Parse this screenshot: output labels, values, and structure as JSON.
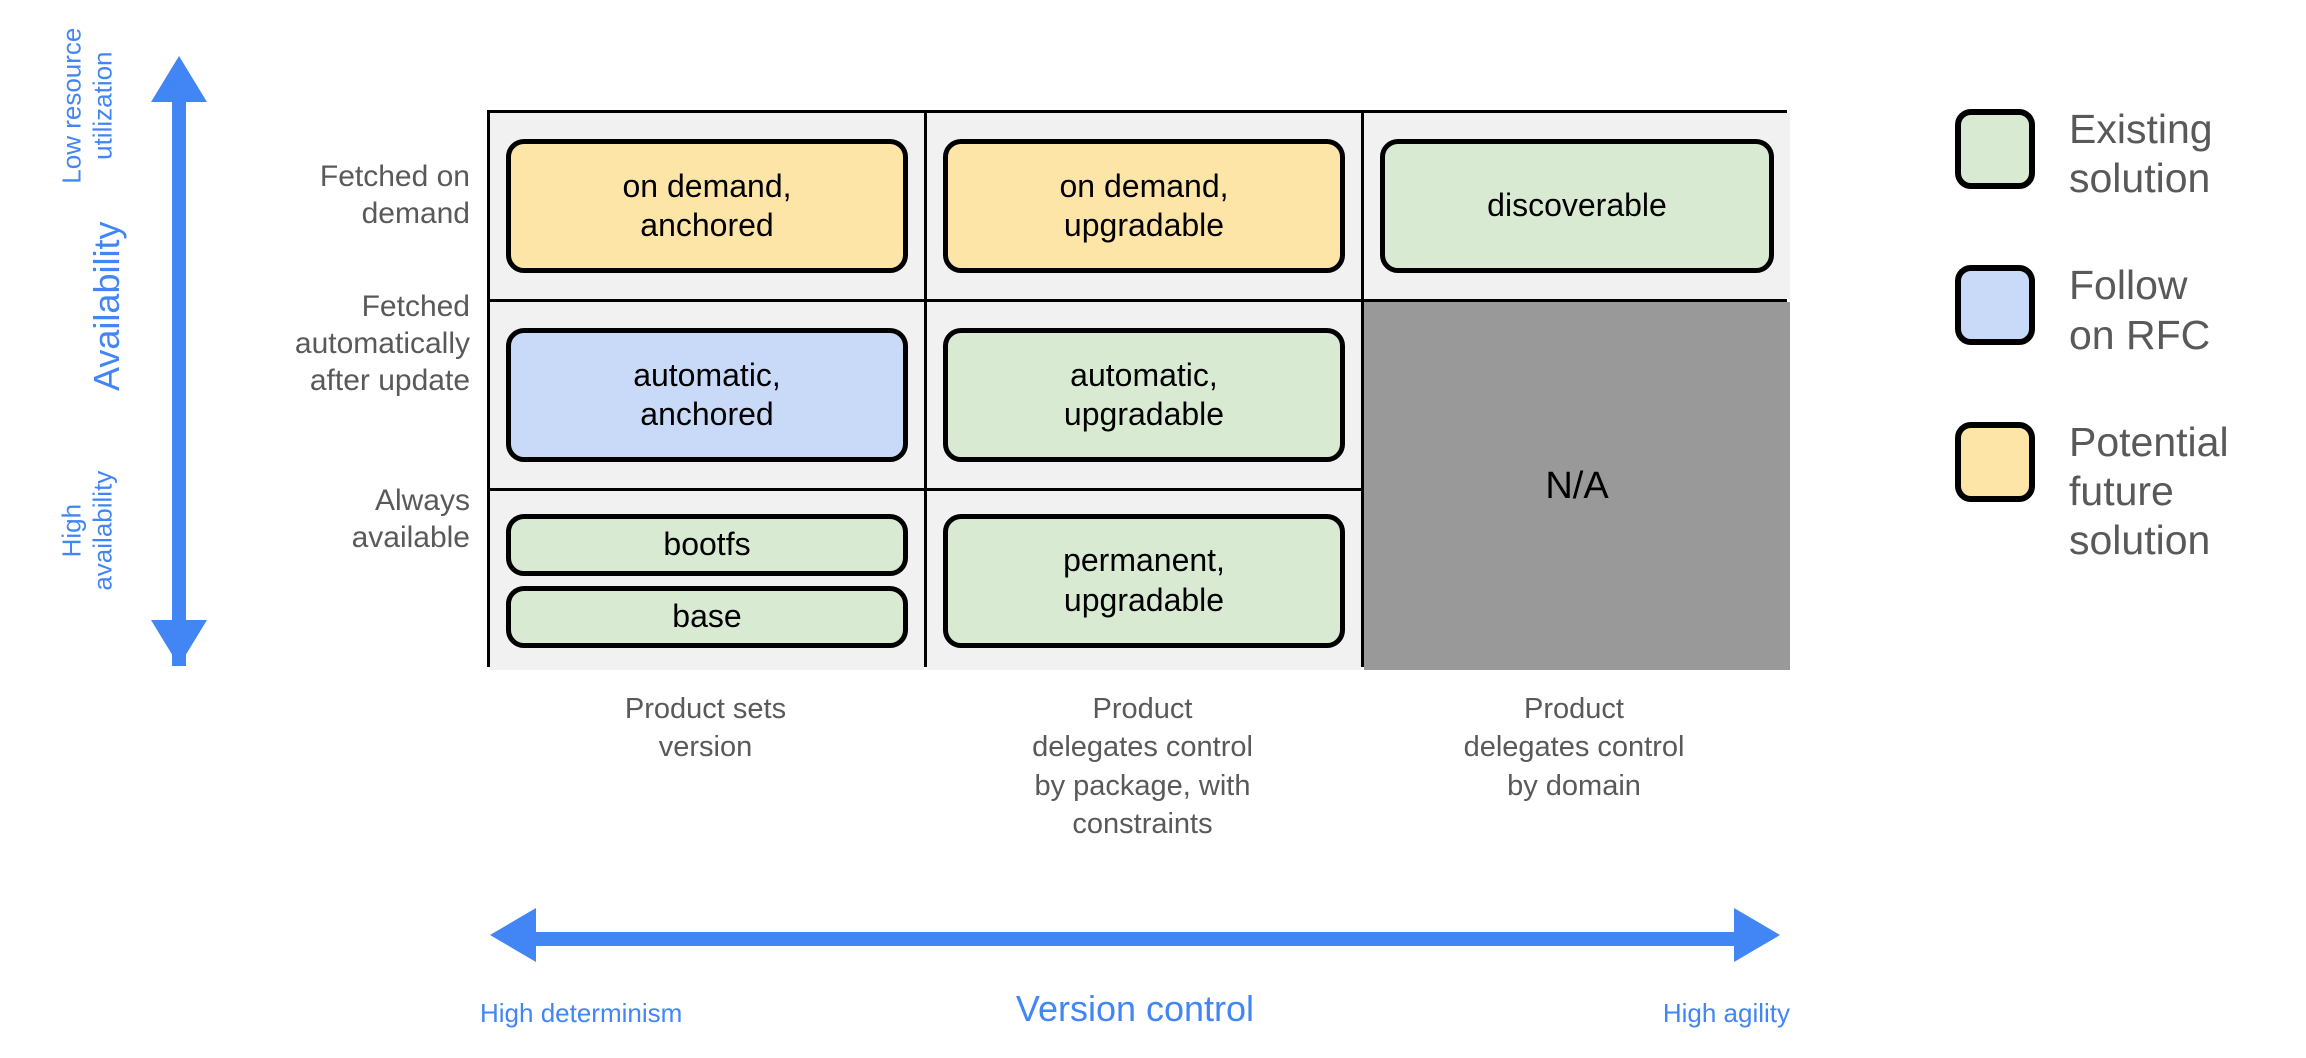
{
  "chart_data": {
    "type": "table",
    "title": "Availability vs Version control matrix",
    "xlabel": "Version control",
    "ylabel": "Availability",
    "row_categories": [
      "Fetched on\ndemand",
      "Fetched\nautomatically\nafter update",
      "Always\navailable"
    ],
    "column_categories": [
      "Product sets\nversion",
      "Product\ndelegates control\nby package, with\nconstraints",
      "Product\ndelegates control\nby domain"
    ],
    "cells": [
      [
        [
          "on demand,\nanchored"
        ],
        [
          "on demand,\nupgradable"
        ],
        [
          "discoverable"
        ]
      ],
      [
        [
          "automatic,\nanchored"
        ],
        [
          "automatic,\nupgradable"
        ],
        [
          "N/A"
        ]
      ],
      [
        [
          "bootfs",
          "base"
        ],
        [
          "permanent,\nupgradable"
        ],
        [
          "N/A"
        ]
      ]
    ],
    "cell_categories": [
      [
        [
          "potential-future"
        ],
        [
          "potential-future"
        ],
        [
          "existing"
        ]
      ],
      [
        [
          "follow-on-rfc"
        ],
        [
          "existing"
        ],
        [
          "na"
        ]
      ],
      [
        [
          "existing",
          "existing"
        ],
        [
          "existing"
        ],
        [
          "na"
        ]
      ]
    ]
  },
  "vertical_axis": {
    "top_label": "Low resource\nutilization",
    "middle_label": "Availability",
    "bottom_label": "High\navailability",
    "arrow_icon": "double-arrow-vertical-icon",
    "color": "#4285f4"
  },
  "horizontal_axis": {
    "left_label": "High determinism",
    "center_label": "Version control",
    "right_label": "High agility",
    "arrow_icon": "double-arrow-horizontal-icon",
    "color": "#4285f4"
  },
  "row_headers": [
    {
      "label": "Fetched on\ndemand"
    },
    {
      "label": "Fetched\nautomatically\nafter update"
    },
    {
      "label": "Always\navailable"
    }
  ],
  "column_footers": [
    {
      "label": "Product sets\nversion"
    },
    {
      "label": "Product\ndelegates control\nby package, with\nconstraints"
    },
    {
      "label": "Product\ndelegates control\nby domain"
    }
  ],
  "matrix": {
    "r0c0": {
      "chips": [
        {
          "text": "on demand,\nanchored",
          "color": "yellow"
        }
      ]
    },
    "r0c1": {
      "chips": [
        {
          "text": "on demand,\nupgradable",
          "color": "yellow"
        }
      ]
    },
    "r0c2": {
      "chips": [
        {
          "text": "discoverable",
          "color": "green"
        }
      ]
    },
    "r1c0": {
      "chips": [
        {
          "text": "automatic,\nanchored",
          "color": "blue"
        }
      ]
    },
    "r1c1": {
      "chips": [
        {
          "text": "automatic,\nupgradable",
          "color": "green"
        }
      ]
    },
    "r2c0": {
      "chips": [
        {
          "text": "bootfs",
          "color": "green"
        },
        {
          "text": "base",
          "color": "green"
        }
      ]
    },
    "r2c1": {
      "chips": [
        {
          "text": "permanent,\nupgradable",
          "color": "green"
        }
      ]
    },
    "na": {
      "label": "N/A"
    },
    "chip_labels": {
      "on_demand_anchored": "on demand,\nanchored",
      "on_demand_upgradable": "on demand,\nupgradable",
      "discoverable": "discoverable",
      "automatic_anchored": "automatic,\nanchored",
      "automatic_upgradable": "automatic,\nupgradable",
      "bootfs": "bootfs",
      "base": "base",
      "permanent_upgradable": "permanent,\nupgradable"
    }
  },
  "legend": {
    "items": [
      {
        "label": "Existing\nsolution",
        "color": "#d9ead3",
        "swatch": "green"
      },
      {
        "label": "Follow\non RFC",
        "color": "#c9daf8",
        "swatch": "blue"
      },
      {
        "label": "Potential\nfuture\nsolution",
        "color": "#fce5a6",
        "swatch": "yellow"
      }
    ]
  },
  "colors": {
    "accent_blue": "#4285f4",
    "existing_green": "#d9ead3",
    "follow_blue": "#c9daf8",
    "future_yellow": "#fce5a6",
    "na_gray": "#999999",
    "cell_background": "#f1f1f1",
    "text_gray": "#595959",
    "border_black": "#000000"
  }
}
